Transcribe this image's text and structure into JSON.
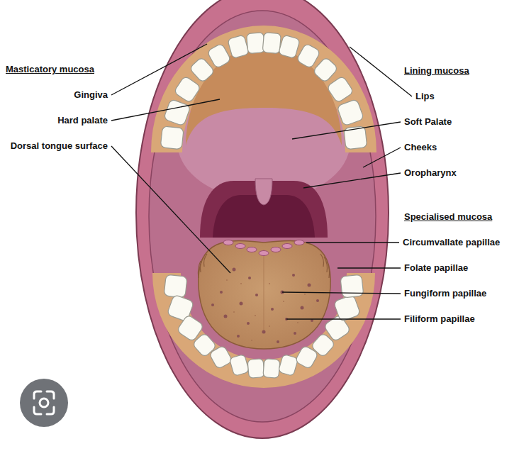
{
  "diagram": {
    "labels": [
      "Masticatory mucosa",
      "Gingiva",
      "Hard palate",
      "Dorsal tongue surface",
      "Lining mucosa",
      "Lips",
      "Soft Palate",
      "Cheeks",
      "Oropharynx",
      "Specialised mucosa",
      "Circumvallate papillae",
      "Folate papillae",
      "Fungiform papillae",
      "Filiform papillae"
    ]
  }
}
